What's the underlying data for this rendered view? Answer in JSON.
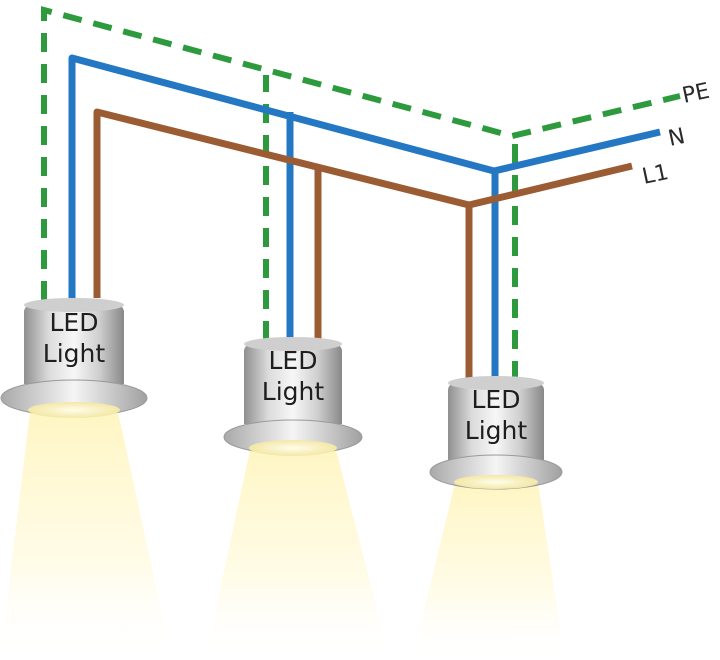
{
  "wires": {
    "pe": {
      "label": "PE",
      "color": "#2e9a3e",
      "style": "dashed"
    },
    "n": {
      "label": "N",
      "color": "#2477c2"
    },
    "l1": {
      "label": "L1",
      "color": "#9b5c34"
    }
  },
  "lights": [
    {
      "line1": "LED",
      "line2": "Light"
    },
    {
      "line1": "LED",
      "line2": "Light"
    },
    {
      "line1": "LED",
      "line2": "Light"
    }
  ],
  "colors": {
    "beam": "#fff6c4",
    "housing_light": "#f4f4f4",
    "housing_dark": "#8f8f8f"
  }
}
